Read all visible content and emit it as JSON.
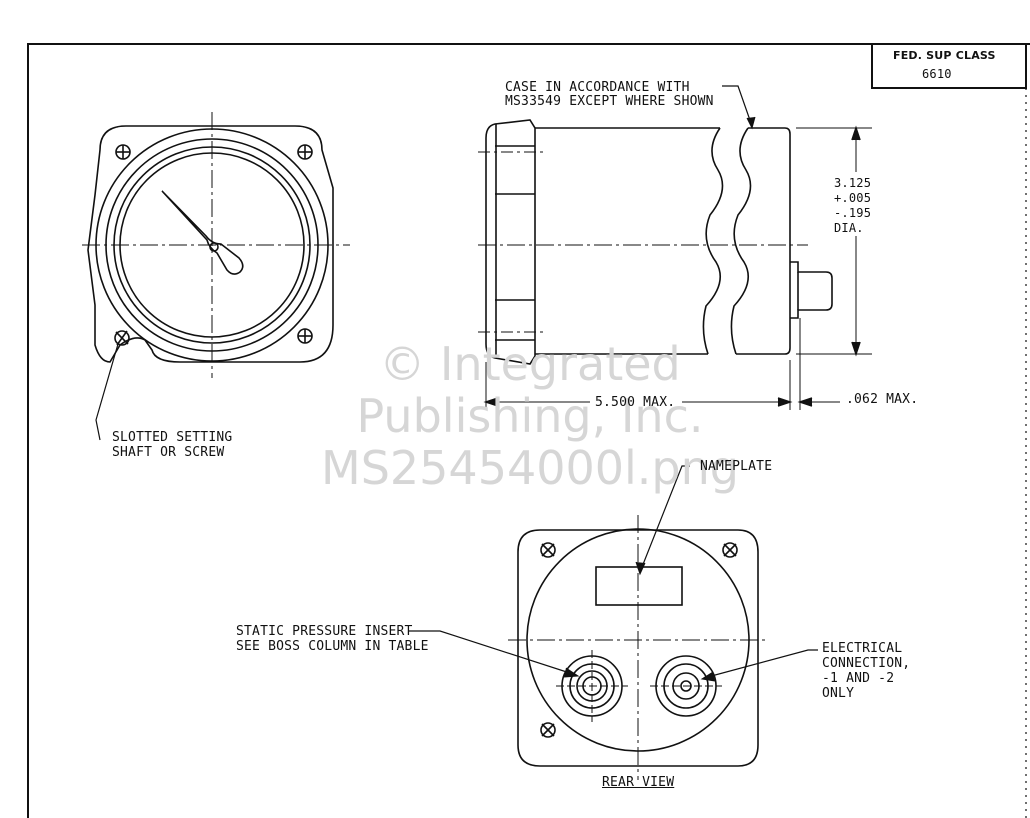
{
  "title_block": {
    "fed_sup_class_label": "FED. SUP CLASS",
    "fed_sup_class_value": "6610"
  },
  "callouts": {
    "case_note_line1": "CASE IN ACCORDANCE WITH",
    "case_note_line2": "MS33549 EXCEPT WHERE SHOWN",
    "dia_line1": "3.125",
    "dia_line2": "+.005",
    "dia_line3": "-.195",
    "dia_line4": "DIA.",
    "length_dim": "5.500 MAX.",
    "boss_dim": ".062 MAX.",
    "slotted_line1": "SLOTTED SETTING",
    "slotted_line2": "SHAFT OR SCREW",
    "nameplate": "NAMEPLATE",
    "static_line1": "STATIC PRESSURE INSERT",
    "static_line2": "SEE BOSS COLUMN IN TABLE",
    "elec_line1": "ELECTRICAL",
    "elec_line2": "CONNECTION,",
    "elec_line3": "-1 AND -2",
    "elec_line4": "ONLY",
    "rear_view": "REAR VIEW"
  },
  "watermark": {
    "line1": "© Integrated",
    "line2": "Publishing, Inc.",
    "line3": "MS25454000l.png"
  }
}
